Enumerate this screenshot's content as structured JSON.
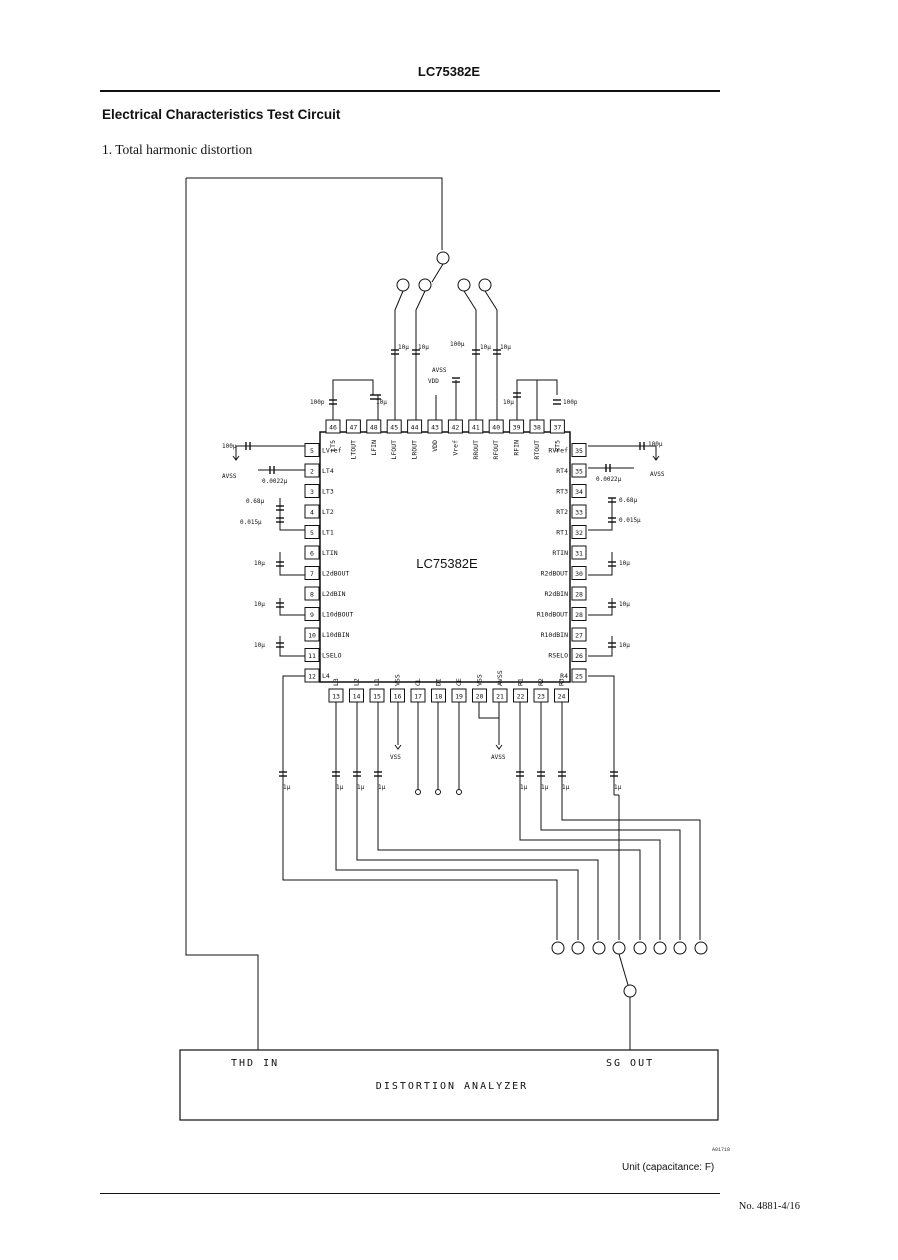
{
  "header": {
    "title": "LC75382E"
  },
  "section": {
    "title": "Electrical Characteristics Test Circuit"
  },
  "subsection": {
    "title": "1.  Total harmonic distortion"
  },
  "chip": {
    "name": "LC75382E"
  },
  "pins": {
    "top": [
      {
        "num": "46",
        "label": "LT5"
      },
      {
        "num": "47",
        "label": "LTOUT"
      },
      {
        "num": "48",
        "label": "LFIN"
      },
      {
        "num": "45",
        "label": "LFOUT"
      },
      {
        "num": "44",
        "label": "LROUT"
      },
      {
        "num": "43",
        "label": "VDD"
      },
      {
        "num": "42",
        "label": "Vref"
      },
      {
        "num": "41",
        "label": "RROUT"
      },
      {
        "num": "40",
        "label": "RFOUT"
      },
      {
        "num": "39",
        "label": "RFIN"
      },
      {
        "num": "38",
        "label": "RTOUT"
      },
      {
        "num": "37",
        "label": "RT5"
      }
    ],
    "left": [
      {
        "num": "5",
        "label": "LVref"
      },
      {
        "num": "2",
        "label": "LT4"
      },
      {
        "num": "3",
        "label": "LT3"
      },
      {
        "num": "4",
        "label": "LT2"
      },
      {
        "num": "5",
        "label": "LT1"
      },
      {
        "num": "6",
        "label": "LTIN"
      },
      {
        "num": "7",
        "label": "L2dBOUT"
      },
      {
        "num": "8",
        "label": "L2dBIN"
      },
      {
        "num": "9",
        "label": "L10dBOUT"
      },
      {
        "num": "10",
        "label": "L10dBIN"
      },
      {
        "num": "11",
        "label": "LSELO"
      },
      {
        "num": "12",
        "label": "L4"
      }
    ],
    "right": [
      {
        "num": "35",
        "label": "RVref"
      },
      {
        "num": "35",
        "label": "RT4"
      },
      {
        "num": "34",
        "label": "RT3"
      },
      {
        "num": "33",
        "label": "RT2"
      },
      {
        "num": "32",
        "label": "RT1"
      },
      {
        "num": "31",
        "label": "RTIN"
      },
      {
        "num": "30",
        "label": "R2dBOUT"
      },
      {
        "num": "28",
        "label": "R2dBIN"
      },
      {
        "num": "28",
        "label": "R10dBOUT"
      },
      {
        "num": "27",
        "label": "R10dBIN"
      },
      {
        "num": "26",
        "label": "RSELO"
      },
      {
        "num": "25",
        "label": "R4"
      }
    ],
    "bottom": [
      {
        "num": "13",
        "label": "L3"
      },
      {
        "num": "14",
        "label": "L2"
      },
      {
        "num": "15",
        "label": "L1"
      },
      {
        "num": "16",
        "label": "VSS"
      },
      {
        "num": "17",
        "label": "CL"
      },
      {
        "num": "18",
        "label": "DI"
      },
      {
        "num": "19",
        "label": "CE"
      },
      {
        "num": "20",
        "label": "VSS"
      },
      {
        "num": "21",
        "label": "AVSS"
      },
      {
        "num": "22",
        "label": "R1"
      },
      {
        "num": "23",
        "label": "R2"
      },
      {
        "num": "24",
        "label": "R3"
      }
    ]
  },
  "components": {
    "c_top_lt5": "100p",
    "c_top_lfin": "10µ",
    "c_top_lfout": "10µ",
    "c_top_lrout": "10µ",
    "c_vdd": "100µ",
    "c_rrout": "10µ",
    "c_rfout": "10µ",
    "c_rfin": "10µ",
    "c_rt5": "100p",
    "c_lvref": "100µ",
    "c_lt4": "0.0022µ",
    "c_lt3": "0.68µ",
    "c_lt1": "0.015µ",
    "c_ltin": "10µ",
    "c_l10": "10µ",
    "c_l10in": "10µ",
    "c_rvref": "100µ",
    "c_rt4": "0.0022µ",
    "c_rt3": "0.68µ",
    "c_rt1": "0.015µ",
    "c_rtin": "10µ",
    "c_r10": "10µ",
    "c_r10in": "10µ",
    "c_in": "1µ"
  },
  "supplies": {
    "avss": "AVSS",
    "vss": "VSS",
    "vdd": "VDD"
  },
  "analyzer": {
    "title": "DISTORTION ANALYZER",
    "thd_in": "THD IN",
    "sg_out": "SG OUT"
  },
  "footer": {
    "code": "A01718",
    "unit": "Unit (capacitance: F)",
    "page": "No. 4881-4/16"
  }
}
